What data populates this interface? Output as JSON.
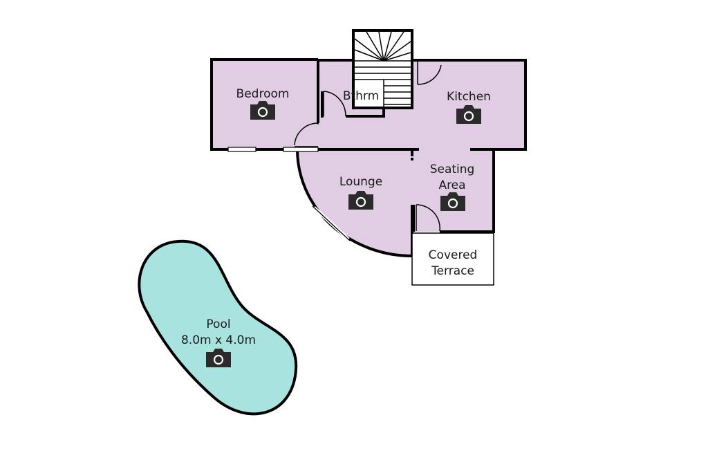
{
  "rooms": {
    "bedroom": "Bedroom",
    "bathroom": "Bthrm",
    "kitchen": "Kitchen",
    "lounge": "Lounge",
    "seating_line1": "Seating",
    "seating_line2": "Area",
    "terrace_line1": "Covered",
    "terrace_line2": "Terrace",
    "pool_name": "Pool",
    "pool_size": "8.0m x 4.0m"
  },
  "colors": {
    "room_fill": "#e0cde3",
    "pool_fill": "#a8e3e0",
    "wall": "#000000",
    "camera": "#2b2b2b"
  },
  "icons": [
    "camera-icon",
    "staircase-icon",
    "door-swing-icon",
    "window-icon"
  ]
}
